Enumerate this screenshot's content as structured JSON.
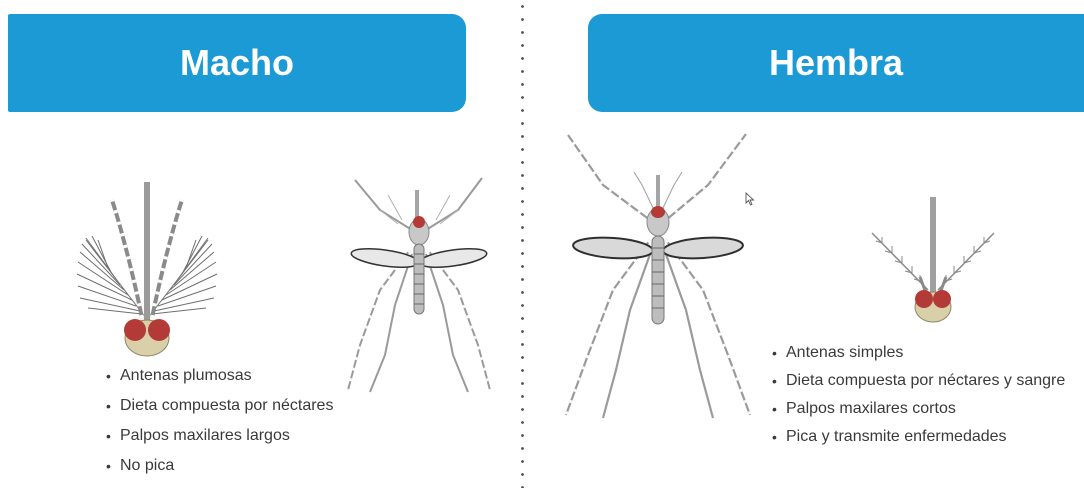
{
  "colors": {
    "banner": "#1b9ad6",
    "eye": "#b33a36",
    "head": "#d9cfa8",
    "body": "#b9b9b9",
    "wing": "#3a3a3a"
  },
  "male": {
    "title": "Macho",
    "traits": [
      "Antenas plumosas",
      "Dieta compuesta por néctares",
      "Palpos maxilares largos",
      "No pica"
    ]
  },
  "female": {
    "title": "Hembra",
    "traits": [
      "Antenas simples",
      "Dieta compuesta por néctares y sangre",
      "Palpos maxilares cortos",
      "Pica y transmite enfermedades"
    ]
  },
  "icons": [
    "male-head-illustration",
    "male-mosquito-illustration",
    "female-mosquito-illustration",
    "female-head-illustration",
    "mouse-cursor-icon"
  ]
}
